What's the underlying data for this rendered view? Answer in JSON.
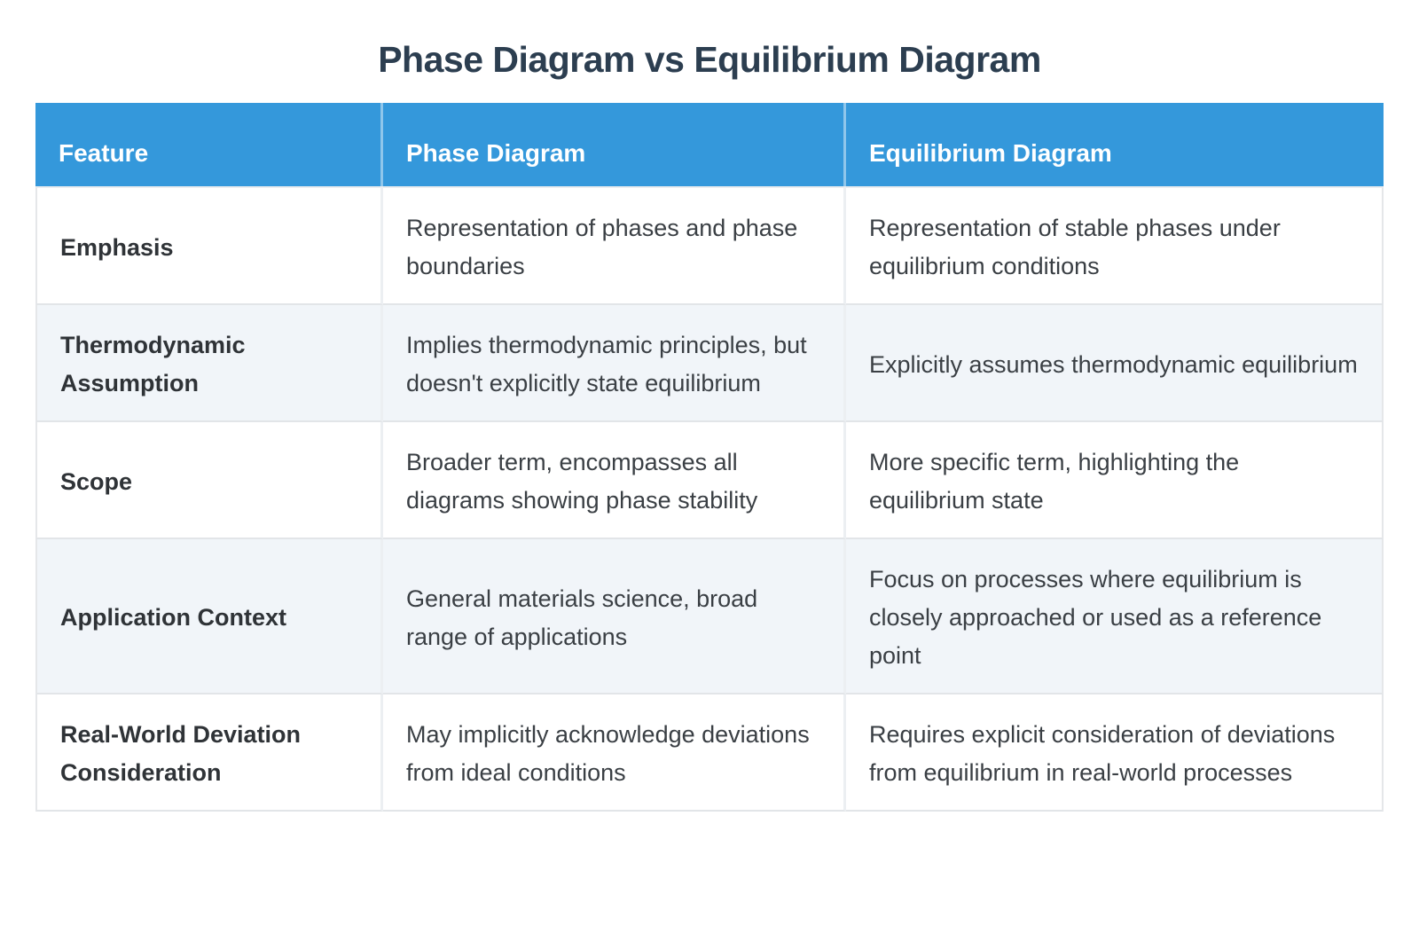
{
  "page": {
    "title": "Phase Diagram vs Equilibrium Diagram"
  },
  "colors": {
    "title_text": "#2c3e50",
    "header_bg": "#3498db",
    "header_text": "#ffffff",
    "row_bg": "#ffffff",
    "row_alt_bg": "#f1f5f9",
    "row_border": "#e2e5e8",
    "body_text": "#3a3f44"
  },
  "table": {
    "columns": [
      "Feature",
      "Phase Diagram",
      "Equilibrium Diagram"
    ],
    "rows": [
      {
        "feature": "Emphasis",
        "phase": "Representation of phases and phase boundaries",
        "equilibrium": "Representation of stable phases under equilibrium conditions"
      },
      {
        "feature": "Thermodynamic Assumption",
        "phase": "Implies thermodynamic principles, but doesn't explicitly state equilibrium",
        "equilibrium": "Explicitly assumes thermodynamic equilibrium"
      },
      {
        "feature": "Scope",
        "phase": "Broader term, encompasses all diagrams showing phase stability",
        "equilibrium": "More specific term, highlighting the equilibrium state"
      },
      {
        "feature": "Application Context",
        "phase": "General materials science, broad range of applications",
        "equilibrium": "Focus on processes where equilibrium is closely approached or used as a reference point"
      },
      {
        "feature": "Real-World Deviation Consideration",
        "phase": "May implicitly acknowledge deviations from ideal conditions",
        "equilibrium": "Requires explicit consideration of deviations from equilibrium in real-world processes"
      }
    ]
  }
}
